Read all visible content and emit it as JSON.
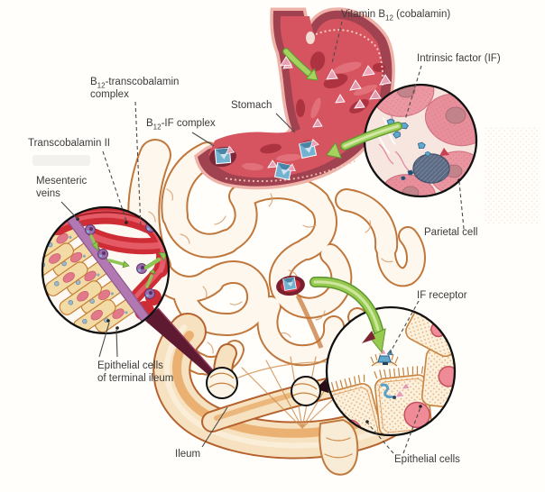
{
  "figure": {
    "description": "Vitamin B12 absorption pathway illustration",
    "labels": {
      "vitamin_b12": {
        "pre": "Vitamin B",
        "sub": "12",
        "post": " (cobalamin)"
      },
      "intrinsic_factor": "Intrinsic factor (IF)",
      "stomach": "Stomach",
      "b12_if_complex": {
        "pre": "B",
        "sub": "12",
        "post": "-IF complex"
      },
      "b12_transcobalamin_complex": {
        "pre": "B",
        "sub": "12",
        "post": "-transcobalamin",
        "line2": "complex"
      },
      "transcobalamin_ii": "Transcobalamin II",
      "mesenteric_veins": {
        "line1": "Mesenteric",
        "line2": "veins"
      },
      "parietal_cell": "Parietal cell",
      "if_receptor": "IF receptor",
      "epithelial_cells_terminal": {
        "line1": "Epithelial cells",
        "line2": "of terminal ileum"
      },
      "ileum": "Ileum",
      "epithelial_cells": "Epithelial cells"
    },
    "colors": {
      "background": "#fffefb",
      "stomach_lumen": "#d6545f",
      "stomach_wall": "#a0424f",
      "stomach_lining_pink": "#eeb2a9",
      "intestine_outline": "#c0773c",
      "intestine_fill": "#fdf7ee",
      "ileum_fill": "#f6e2c0",
      "ileum_shade": "#e8a55f",
      "vein_red": "#cf2d36",
      "vessel_wall_purple": "#b278b2",
      "epithelial_cell_tan": "#f3dba6",
      "parietal_cell_pink": "#eb98a3",
      "nucleus_slate": "#5c6b84",
      "if_molecule_blue": "#5fa8cc",
      "b12_if_square_blue": "#74b2d2",
      "b12_triangle_pink": "#e9a0b4",
      "transcobalamin_purple": "#9d6cab",
      "arrow_green": "#96cb50",
      "wedge_maroon": "#5d1a30",
      "label_text": "#3b3b3b",
      "leader_line": "#4a4a4a"
    },
    "glyph_key": {
      "vitamin_b12_glyph": "pink-triangle",
      "b12_if_complex_glyph": "blue-folded-square",
      "transcobalamin_complex_glyph": "purple-sphere",
      "intrinsic_factor_glyph": "blue-fragment",
      "flow_glyph": "green-arrow"
    }
  }
}
